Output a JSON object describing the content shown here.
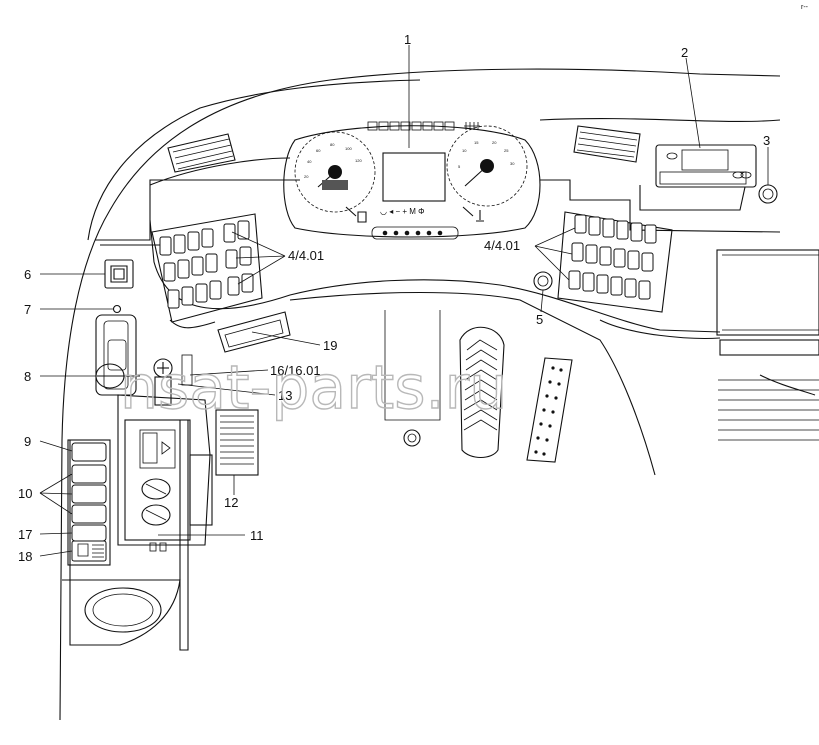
{
  "corner_mark": "r--",
  "watermark": "nsat-parts.ru",
  "callouts": {
    "c1": "1",
    "c2": "2",
    "c3": "3",
    "c4_left": "4/4.01",
    "c4_right": "4/4.01",
    "c5": "5",
    "c6": "6",
    "c7": "7",
    "c8": "8",
    "c9": "9",
    "c10": "10",
    "c11": "11",
    "c12": "12",
    "c13": "13",
    "c16": "16/16.01",
    "c17": "17",
    "c18": "18",
    "c19": "19"
  },
  "gauge_left_ticks": [
    "20",
    "40",
    "60",
    "80",
    "100",
    "120"
  ],
  "gauge_right_ticks": [
    "5",
    "10",
    "15",
    "20",
    "25",
    "30"
  ],
  "display_symbols": "◡ ◂ − + M Φ"
}
